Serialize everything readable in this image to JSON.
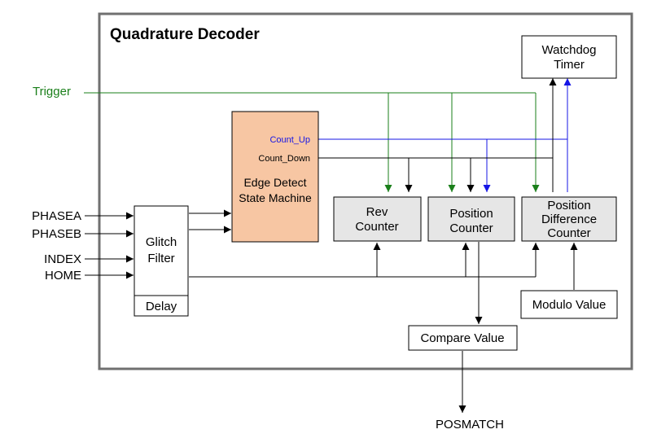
{
  "title": "Quadrature Decoder",
  "inputs": [
    "PHASEA",
    "PHASEB",
    "INDEX",
    "HOME"
  ],
  "trigger_label": "Trigger",
  "blocks": {
    "glitch_filter": [
      "Glitch",
      "Filter"
    ],
    "delay": "Delay",
    "edge_detect": [
      "Edge Detect",
      "State Machine"
    ],
    "count_up": "Count_Up",
    "count_down": "Count_Down",
    "watchdog": [
      "Watchdog",
      "Timer"
    ],
    "rev_counter": [
      "Rev",
      "Counter"
    ],
    "position_counter": [
      "Position",
      "Counter"
    ],
    "position_difference_counter": [
      "Position",
      "Difference",
      "Counter"
    ],
    "modulo_value": "Modulo Value",
    "compare_value": "Compare Value"
  },
  "output": "POSMATCH",
  "colors": {
    "frame": "#707070",
    "trigger": "#1a7f1a",
    "count_up": "#1515e6",
    "edge_fill": "#f7c6a3",
    "counter_fill": "#e6e6e6",
    "line": "#000000"
  }
}
